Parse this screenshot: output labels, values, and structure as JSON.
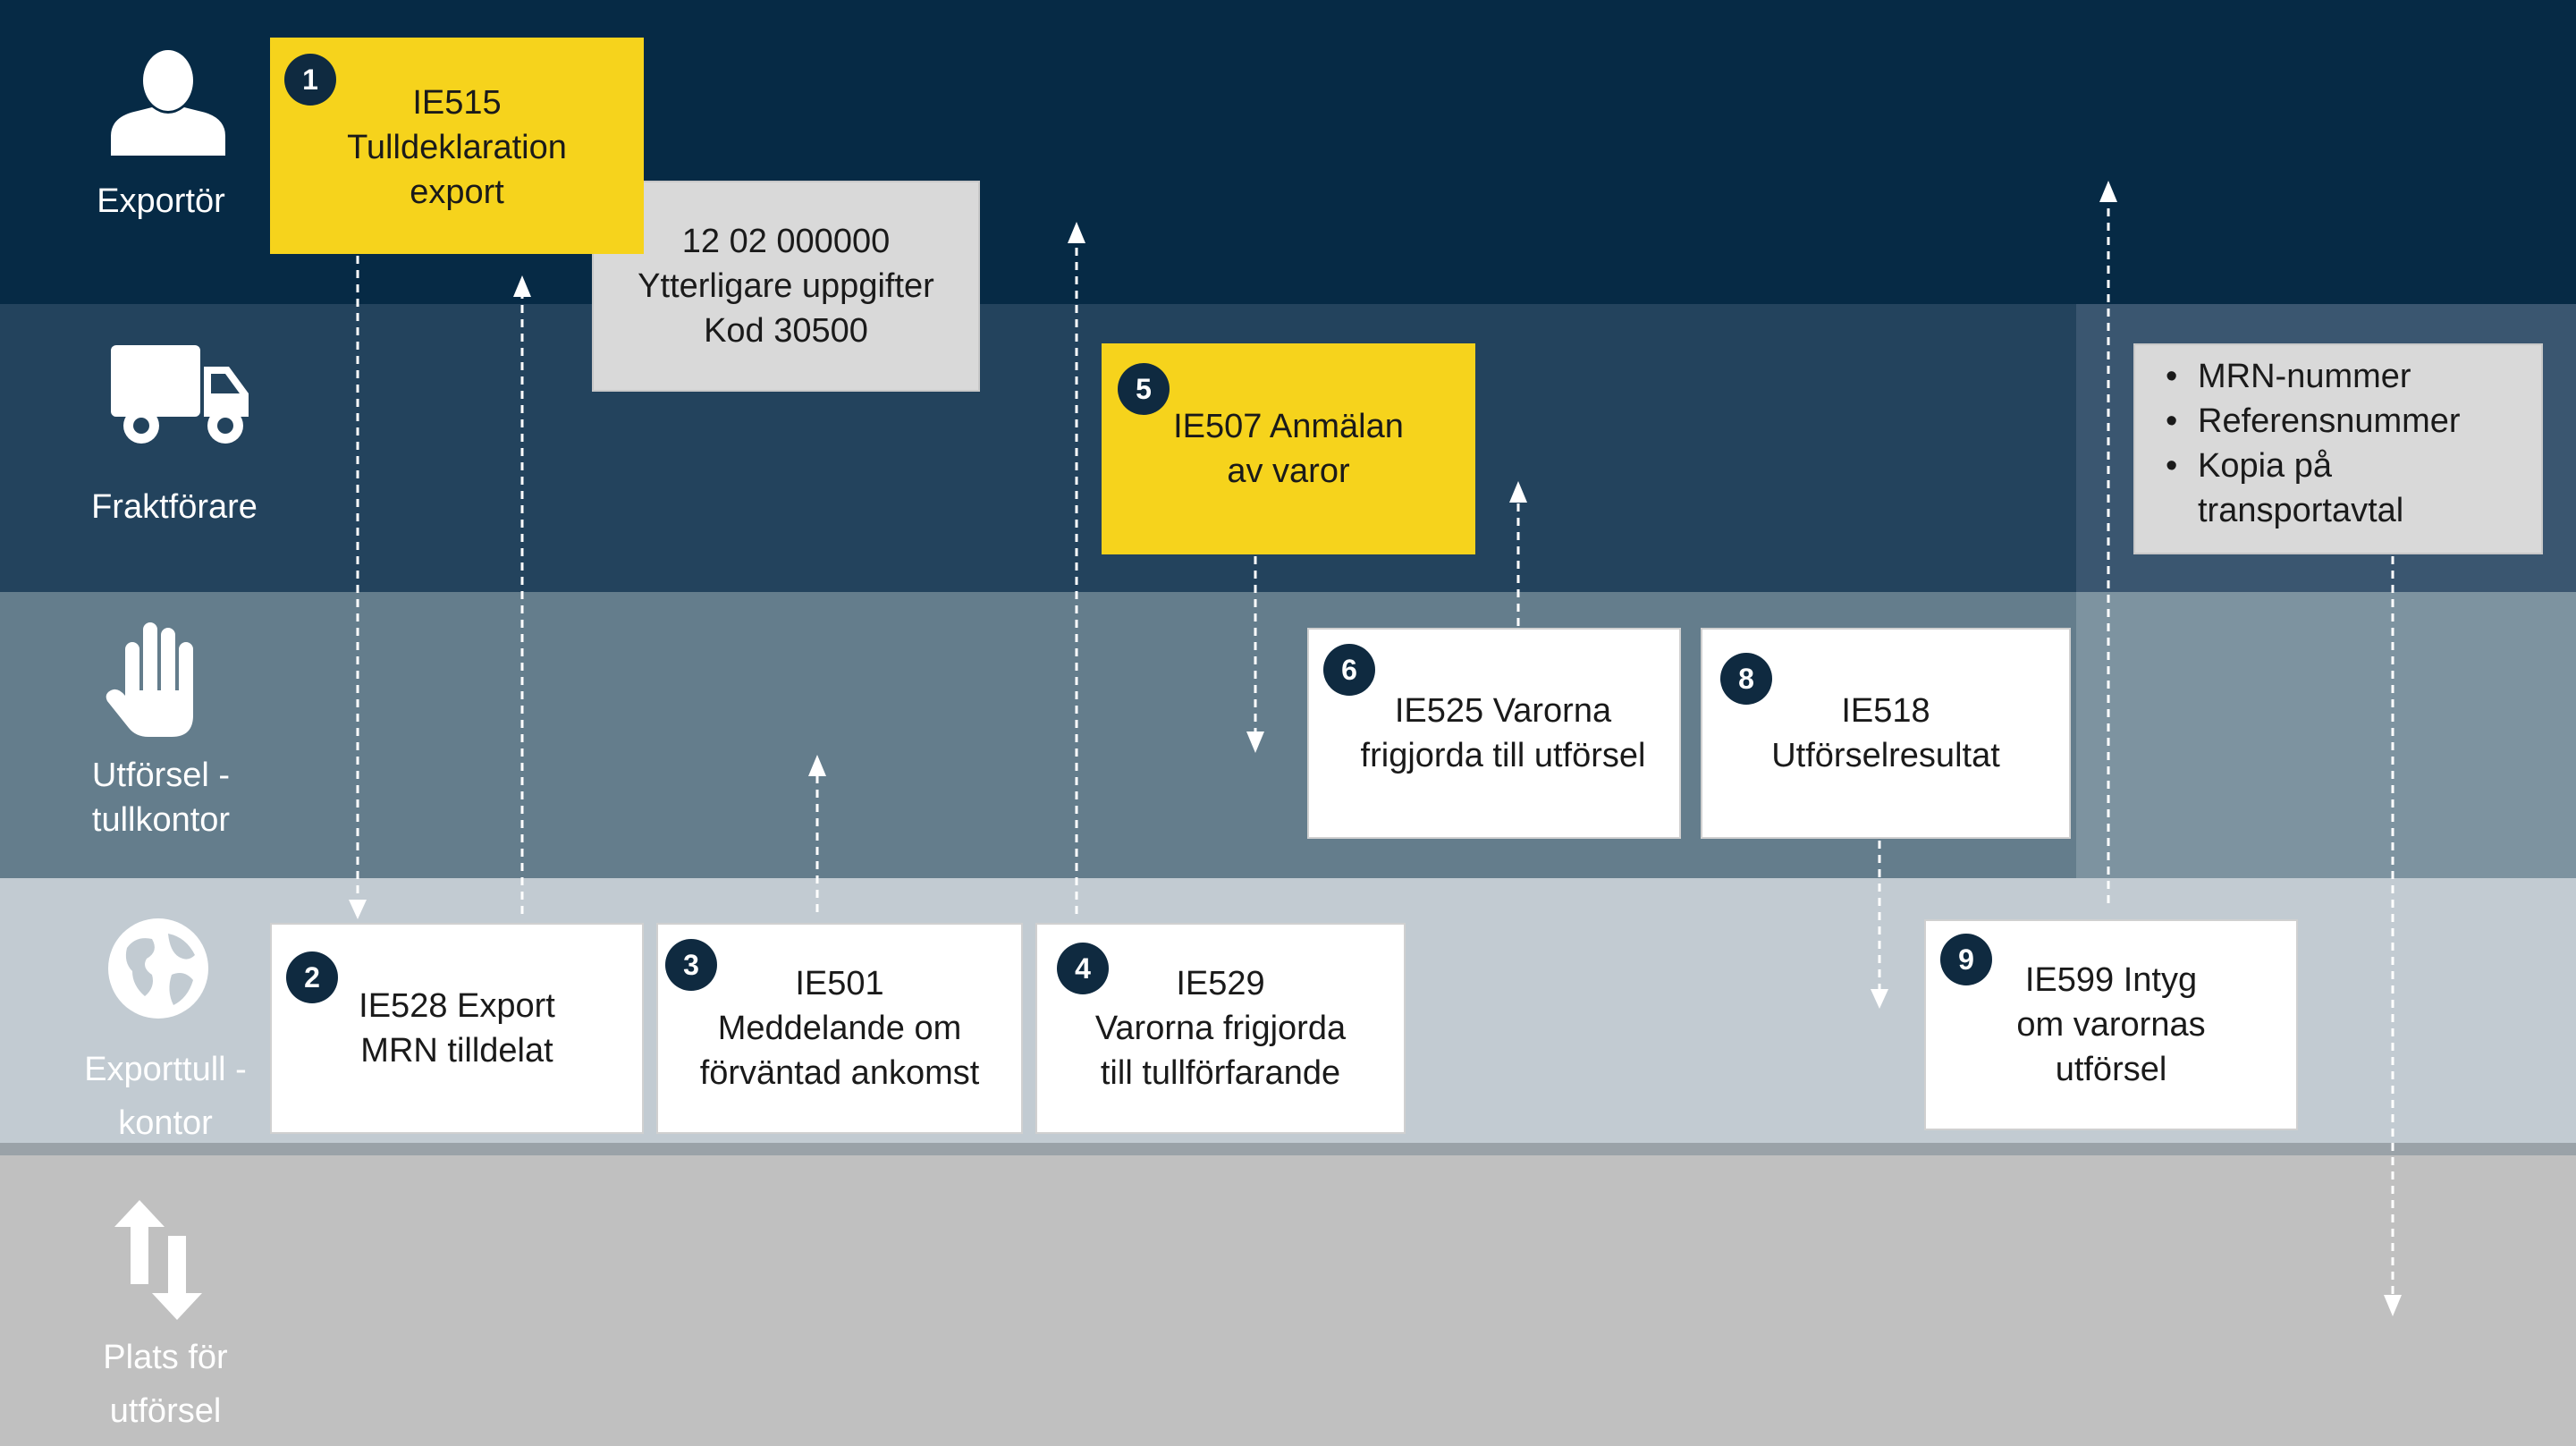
{
  "lanes": [
    {
      "id": "exportor",
      "label_lines": [
        "Exportör"
      ],
      "icon": "person-icon",
      "color": "#062a45"
    },
    {
      "id": "fraktforare",
      "label_lines": [
        "Fraktförare"
      ],
      "icon": "truck-icon",
      "color": "#23435d"
    },
    {
      "id": "utforsel",
      "label_lines": [
        "Utförsel -",
        "tullkontor"
      ],
      "icon": "hand-icon",
      "color": "#647d8c"
    },
    {
      "id": "exporttull",
      "label_lines": [
        "Exporttull -",
        "kontor"
      ],
      "icon": "globe-icon",
      "color": "#c2cbd2"
    },
    {
      "id": "plats",
      "label_lines": [
        "Plats för",
        "utförsel"
      ],
      "icon": "arrows-updown-icon",
      "color": "#c0c0c0"
    }
  ],
  "steps": [
    {
      "n": "1",
      "lines": [
        "IE515",
        "Tulldeklaration",
        "export"
      ],
      "style": "yellow"
    },
    {
      "n": "2",
      "lines": [
        "IE528 Export",
        "MRN tilldelat"
      ],
      "style": "white"
    },
    {
      "n": "3",
      "lines": [
        "IE501",
        "Meddelande om",
        "förväntad ankomst"
      ],
      "style": "white"
    },
    {
      "n": "4",
      "lines": [
        "IE529",
        "Varorna frigjorda",
        "till tullförfarande"
      ],
      "style": "white"
    },
    {
      "n": "5",
      "lines": [
        "IE507 Anmälan",
        "av varor"
      ],
      "style": "yellow"
    },
    {
      "n": "6",
      "lines": [
        "IE525 Varorna",
        "frigjorda till utförsel"
      ],
      "style": "white"
    },
    {
      "n": "8",
      "lines": [
        "IE518",
        "Utförselresultat"
      ],
      "style": "white"
    },
    {
      "n": "9",
      "lines": [
        "IE599 Intyg",
        "om varornas",
        "utförsel"
      ],
      "style": "white"
    }
  ],
  "notes": {
    "code_box": [
      "12 02 000000",
      "Ytterligare uppgifter",
      "Kod 30500"
    ],
    "bullet_box": [
      "MRN-nummer",
      "Referensnummer",
      "Kopia på transportavtal"
    ]
  },
  "colors": {
    "yellow": "#f6d31c",
    "badge": "#0f2a40",
    "arrow": "#ffffff"
  }
}
